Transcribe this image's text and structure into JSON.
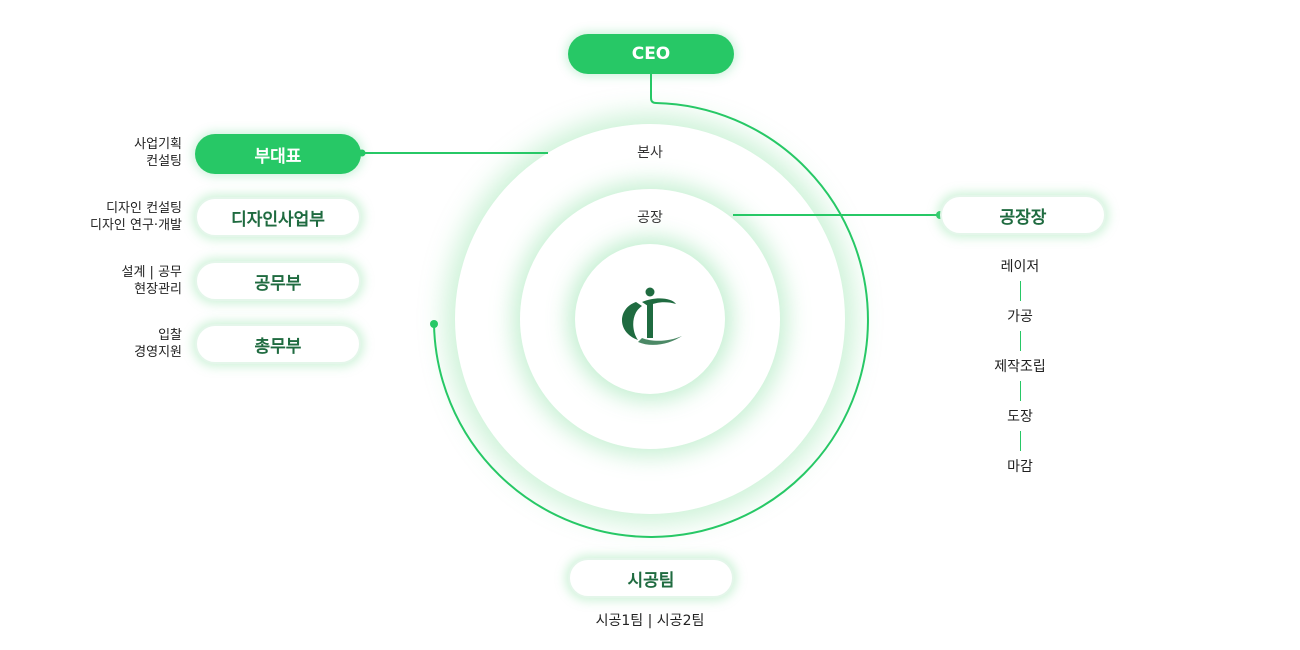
{
  "diagram": {
    "ceo": "CEO",
    "rings": {
      "outer": "본사",
      "middle": "공장"
    },
    "left_units": [
      {
        "name": "부대표",
        "desc": [
          "사업기획",
          "컨설팅"
        ],
        "filled": true
      },
      {
        "name": "디자인사업부",
        "desc": [
          "디자인 컨설팅",
          "디자인 연구·개발"
        ],
        "filled": false
      },
      {
        "name": "공무부",
        "desc": [
          "설계 | 공무",
          "현장관리"
        ],
        "filled": false
      },
      {
        "name": "총무부",
        "desc": [
          "입찰",
          "경영지원"
        ],
        "filled": false
      }
    ],
    "factory": {
      "name": "공장장",
      "items": [
        "레이저",
        "가공",
        "제작조립",
        "도장",
        "마감"
      ]
    },
    "team": {
      "name": "시공팀",
      "sub": "시공1팀 | 시공2팀"
    }
  },
  "colors": {
    "accent": "#27c866",
    "text_dark_green": "#1f6b40",
    "logo_green": "#1f6b40"
  },
  "icons": {
    "center_logo": "company-logo-icon"
  }
}
